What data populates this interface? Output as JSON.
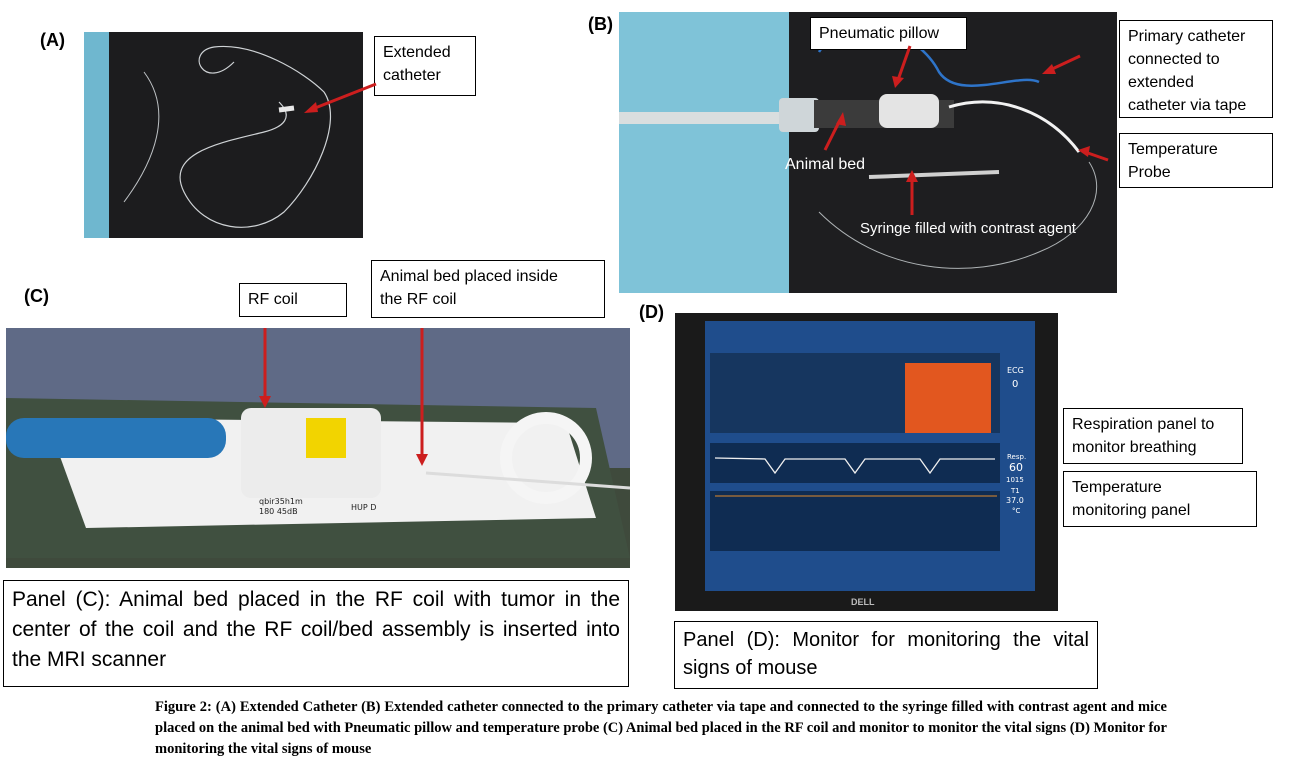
{
  "panels": {
    "a": {
      "label": "(A)",
      "callout_line1": "Extended",
      "callout_line2": "catheter"
    },
    "b": {
      "label": "(B)",
      "pneumatic_pillow": "Pneumatic pillow",
      "animal_bed": "Animal bed",
      "syringe": "Syringe filled with contrast agent",
      "primary_catheter_lines": [
        "Primary catheter",
        "connected to",
        "extended",
        "catheter via tape"
      ],
      "temperature_probe_lines": [
        "Temperature",
        "Probe"
      ]
    },
    "c": {
      "label": "(C)",
      "rf_coil": "RF coil",
      "animal_bed_lines": [
        "Animal bed placed inside",
        "the RF coil"
      ],
      "description": "Panel (C): Animal bed placed in the RF coil with tumor in the center of the coil and the RF coil/bed assembly is inserted into the MRI scanner",
      "coil_text": [
        "qbir35h1m",
        "180 45dB",
        "HUP D"
      ]
    },
    "d": {
      "label": "(D)",
      "respiration_lines": [
        "Respiration panel to",
        "monitor breathing"
      ],
      "temperature_lines": [
        "Temperature",
        "monitoring panel"
      ],
      "description": "Panel (D): Monitor for monitoring the vital signs of mouse",
      "monitor": {
        "ecg_label": "ECG",
        "ecg_value": "0",
        "resp_label": "Resp.",
        "resp_value": "60",
        "resp_sub": "1015",
        "temp_label": "T1",
        "temp_value": "37.0",
        "temp_unit": "°C",
        "brand": "DELL"
      }
    }
  },
  "caption": "Figure 2: (A) Extended Catheter (B) Extended catheter connected to the primary catheter via tape and connected to the syringe filled with contrast agent and mice placed on the animal bed with Pneumatic pillow and temperature probe (C) Animal bed placed in the RF coil and monitor to monitor the vital signs (D) Monitor for monitoring the vital signs of mouse",
  "colors": {
    "arrow": "#cc1e1e",
    "blue_drape": "#6fb7cf",
    "black_mat": "#1c1c1e",
    "monitor_bg": "#1f4d8c"
  }
}
